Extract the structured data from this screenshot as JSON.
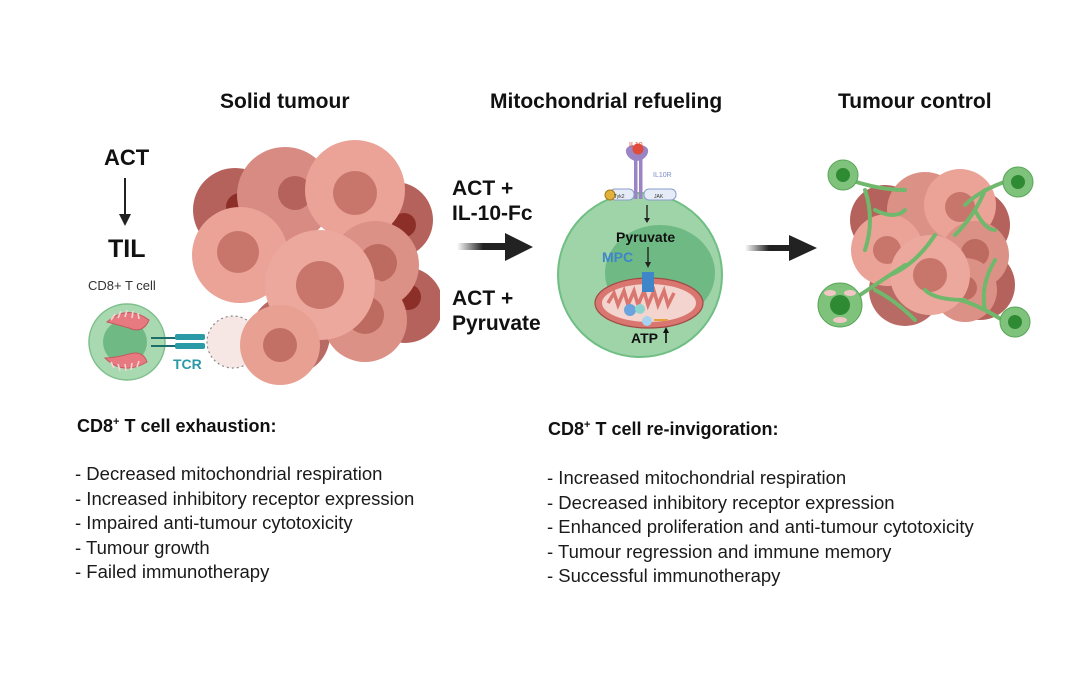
{
  "headers": {
    "solid_tumour": "Solid tumour",
    "mitochondrial_refueling": "Mitochondrial refueling",
    "tumour_control": "Tumour control"
  },
  "left_panel": {
    "act_label": "ACT",
    "til_label": "TIL",
    "cell_label": "CD8+ T cell",
    "tcr_label": "TCR"
  },
  "treatments": [
    {
      "line1": "ACT +",
      "line2": "IL-10-Fc"
    },
    {
      "line1": "ACT +",
      "line2": "Pyruvate"
    }
  ],
  "mito_panel": {
    "il10_label": "IL10",
    "il10r_label": "IL10R",
    "tyk2_label": "Tyk2",
    "jak_label": "JAK",
    "pyruvate_label": "Pyruvate",
    "mpc_label": "MPC",
    "atp_label": "ATP"
  },
  "exhaustion": {
    "title_prefix": "CD8",
    "title_sup": "+",
    "title_suffix": " T cell exhaustion:",
    "items": [
      "- Decreased mitochondrial respiration",
      "- Increased inhibitory receptor expression",
      "- Impaired anti-tumour cytotoxicity",
      "- Tumour growth",
      "- Failed immunotherapy"
    ]
  },
  "reinvigoration": {
    "title_prefix": "CD8",
    "title_sup": "+",
    "title_suffix": " T cell re-invigoration:",
    "items": [
      "- Increased mitochondrial respiration",
      "- Decreased inhibitory receptor expression",
      "- Enhanced proliferation and anti-tumour cytotoxicity",
      "- Tumour regression and immune memory",
      "- Successful immunotherapy"
    ]
  },
  "colors": {
    "tcell_green": "#9fd3a8",
    "tumour_pink": "#e8a093",
    "tcr_teal": "#2a9aa6",
    "mpc_blue": "#3f86c9",
    "il10_red": "#e04b3c",
    "receptor_purple": "#9b84c4"
  }
}
